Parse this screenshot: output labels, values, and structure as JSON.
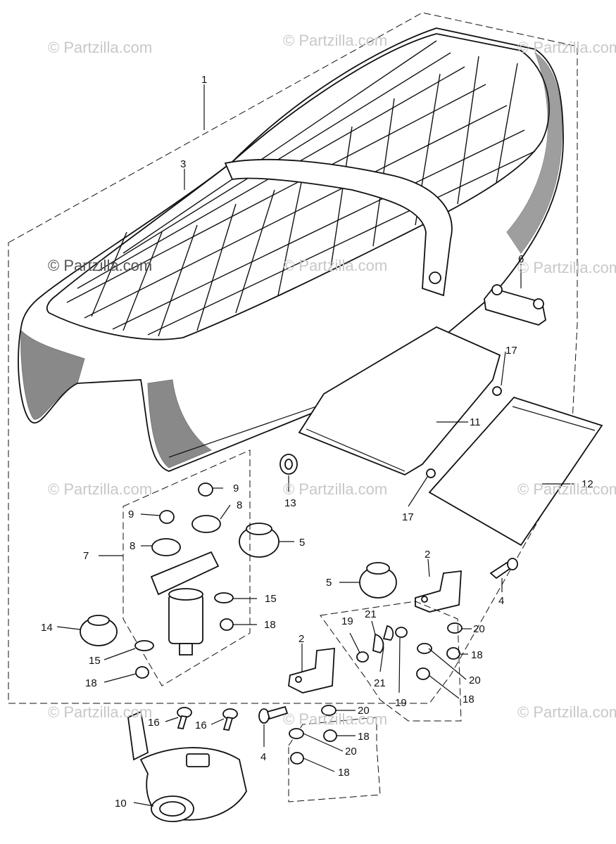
{
  "watermarks": {
    "text": "© Partzilla.com"
  },
  "callouts": {
    "c1": "1",
    "c3": "3",
    "c6": "6",
    "c17a": "17",
    "c11": "11",
    "c12": "12",
    "c13": "13",
    "c17b": "17",
    "c9a": "9",
    "c8a": "8",
    "c9b": "9",
    "c8b": "8",
    "c5a": "5",
    "c7": "7",
    "c2a": "2",
    "c5b": "5",
    "c15a": "15",
    "c18a": "18",
    "c14": "14",
    "c15b": "15",
    "c18b": "18",
    "c4a": "4",
    "c19a": "19",
    "c21a": "21",
    "c21b": "21",
    "c19b": "19",
    "c20a": "20",
    "c18c": "18",
    "c20b": "20",
    "c18d": "18",
    "c2b": "2",
    "c16a": "16",
    "c16b": "16",
    "c4b": "4",
    "c20c": "20",
    "c18e": "18",
    "c20d": "20",
    "c18f": "18",
    "c10": "10"
  }
}
